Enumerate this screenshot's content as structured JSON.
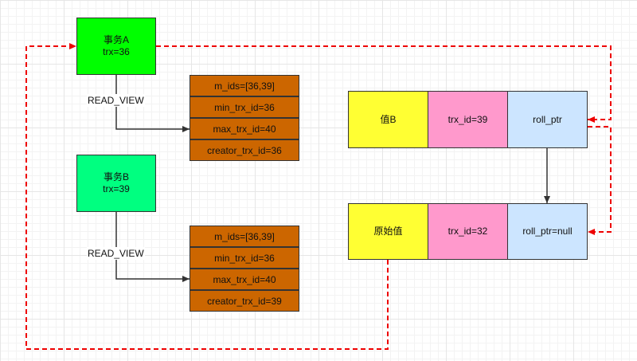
{
  "transactions": [
    {
      "name": "事务A",
      "trx": "trx=36",
      "color": "#00ff00"
    },
    {
      "name": "事务B",
      "trx": "trx=39",
      "color": "#00ff80"
    }
  ],
  "read_view_label": "READ_VIEW",
  "read_views": [
    {
      "m_ids": "m_ids=[36,39]",
      "min_trx_id": "min_trx_id=36",
      "max_trx_id": "max_trx_id=40",
      "creator_trx_id": "creator_trx_id=36"
    },
    {
      "m_ids": "m_ids=[36,39]",
      "min_trx_id": "min_trx_id=36",
      "max_trx_id": "max_trx_id=40",
      "creator_trx_id": "creator_trx_id=39"
    }
  ],
  "version_chain": [
    {
      "value": "值B",
      "trx_id": "trx_id=39",
      "roll_ptr": "roll_ptr"
    },
    {
      "value": "原始值",
      "trx_id": "trx_id=32",
      "roll_ptr": "roll_ptr=null"
    }
  ],
  "colors": {
    "read_view_fill": "#cc6600",
    "value_fill": "#ffff33",
    "trx_id_fill": "#ff99cc",
    "roll_ptr_fill": "#cce5ff",
    "dashed_arrow": "#ee0000",
    "solid_arrow": "#333333"
  }
}
